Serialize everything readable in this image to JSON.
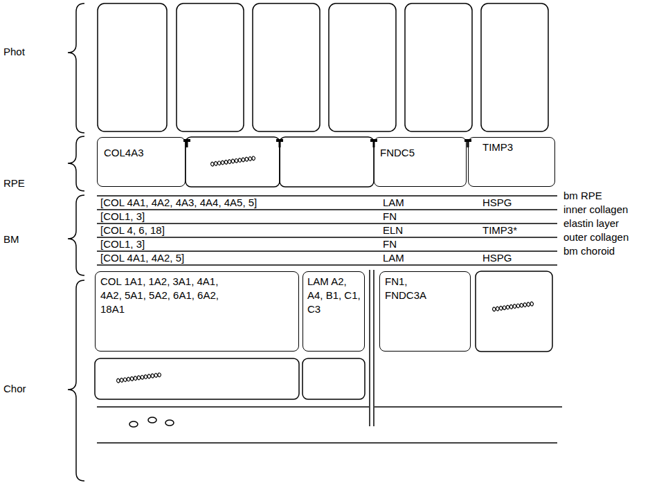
{
  "diagram": {
    "nodes": [
      {
        "text": [
          "COL4A3"
        ]
      },
      {
        "text": [
          "FNDC5"
        ]
      },
      {
        "text": [
          "TIMP3"
        ]
      },
      {
        "text": [
          "COL 1A1, 1A2, 3A1, 4A1, 4A2, 5A1, 5A2, 6A1, 6A2, 18A1"
        ]
      },
      {
        "text": [
          "LAM A2, A4, B1, C1, C3"
        ]
      },
      {
        "text": [
          "FN1, FNDC3A"
        ]
      }
    ],
    "labels": [
      "Phot",
      "RPE",
      "BM",
      "Chor",
      "[COL 4A1, 4A2, 4A3, 4A4, 4A5, 5]",
      "LAM",
      "HSPG",
      "bm RPE",
      "[COL1, 3]",
      "FN",
      "inner collagen",
      "[COL 4, 6, 18]",
      "ELN",
      "TIMP3*",
      "elastin layer",
      "[COL1, 3]",
      "FN",
      "outer collagen",
      "[COL 4A1, 4A2, 5]",
      "LAM",
      "HSPG",
      "bm choroid"
    ]
  }
}
